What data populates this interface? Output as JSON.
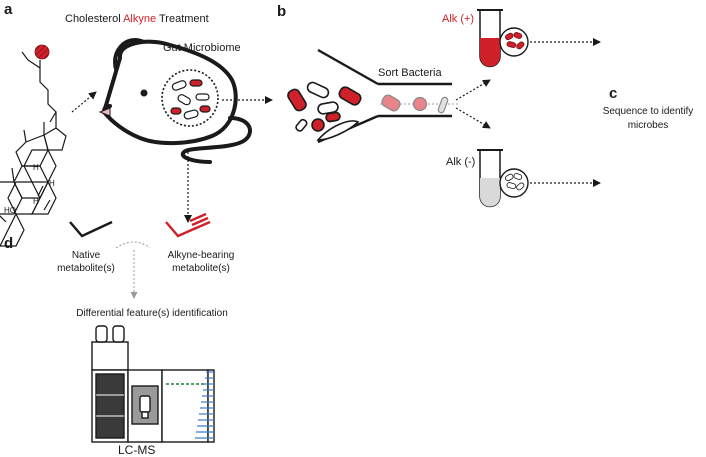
{
  "panels": {
    "a": "a",
    "b": "b",
    "c": "c",
    "d": "d"
  },
  "title": {
    "prefix": "Cholesterol ",
    "highlight": "Alkyne",
    "suffix": " Treatment"
  },
  "gut_microbiome": "Gut Microbiome",
  "sort_bacteria": "Sort Bacteria",
  "alk_plus": "Alk (+)",
  "alk_minus": "Alk (-)",
  "sequence": {
    "line1": "Sequence to identify",
    "line2": "microbes"
  },
  "native": {
    "line1": "Native",
    "line2": "metabolite(s)"
  },
  "alkyne_bearing": {
    "line1": "Alkyne-bearing",
    "line2": "metabolite(s)"
  },
  "differential": "Differential feature(s) identification",
  "lcms": "LC-MS",
  "steroid_labels": {
    "h1": "H",
    "h2": "H",
    "h3": "H",
    "ho": "HO"
  },
  "colors": {
    "accent": "#d0202a",
    "ink": "#1a1a1a",
    "stripe": "#3f7fc0",
    "grey_fill": "#d9d9d9"
  }
}
